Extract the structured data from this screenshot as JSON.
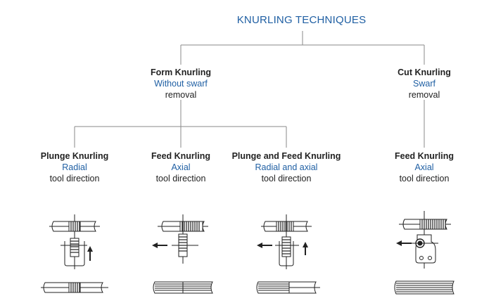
{
  "title": "KNURLING TECHNIQUES",
  "colors": {
    "accent_blue": "#1f5fa3",
    "text": "#222222",
    "line": "#8a8a8a"
  },
  "categories": [
    {
      "heading": "Form Knurling",
      "blue": "Without swarf",
      "black": "removal"
    },
    {
      "heading": "Cut Knurling",
      "blue": "Swarf",
      "black": "removal"
    }
  ],
  "methods": [
    {
      "heading": "Plunge Knurling",
      "blue": "Radial",
      "black": "tool direction",
      "icon": "plunge-knurling-tool",
      "arrows": [
        "up-arrow"
      ]
    },
    {
      "heading": "Feed Knurling",
      "blue": "Axial",
      "black": "tool direction",
      "icon": "feed-knurling-tool",
      "arrows": [
        "left-arrow"
      ]
    },
    {
      "heading": "Plunge and Feed Knurling",
      "blue": "Radial and axial",
      "black": "tool direction",
      "icon": "plunge-and-feed-knurling-tool",
      "arrows": [
        "left-arrow",
        "up-arrow"
      ]
    },
    {
      "heading": "Feed Knurling",
      "blue": "Axial",
      "black": "tool direction",
      "icon": "cut-knurling-tool",
      "arrows": [
        "left-arrow"
      ]
    }
  ]
}
